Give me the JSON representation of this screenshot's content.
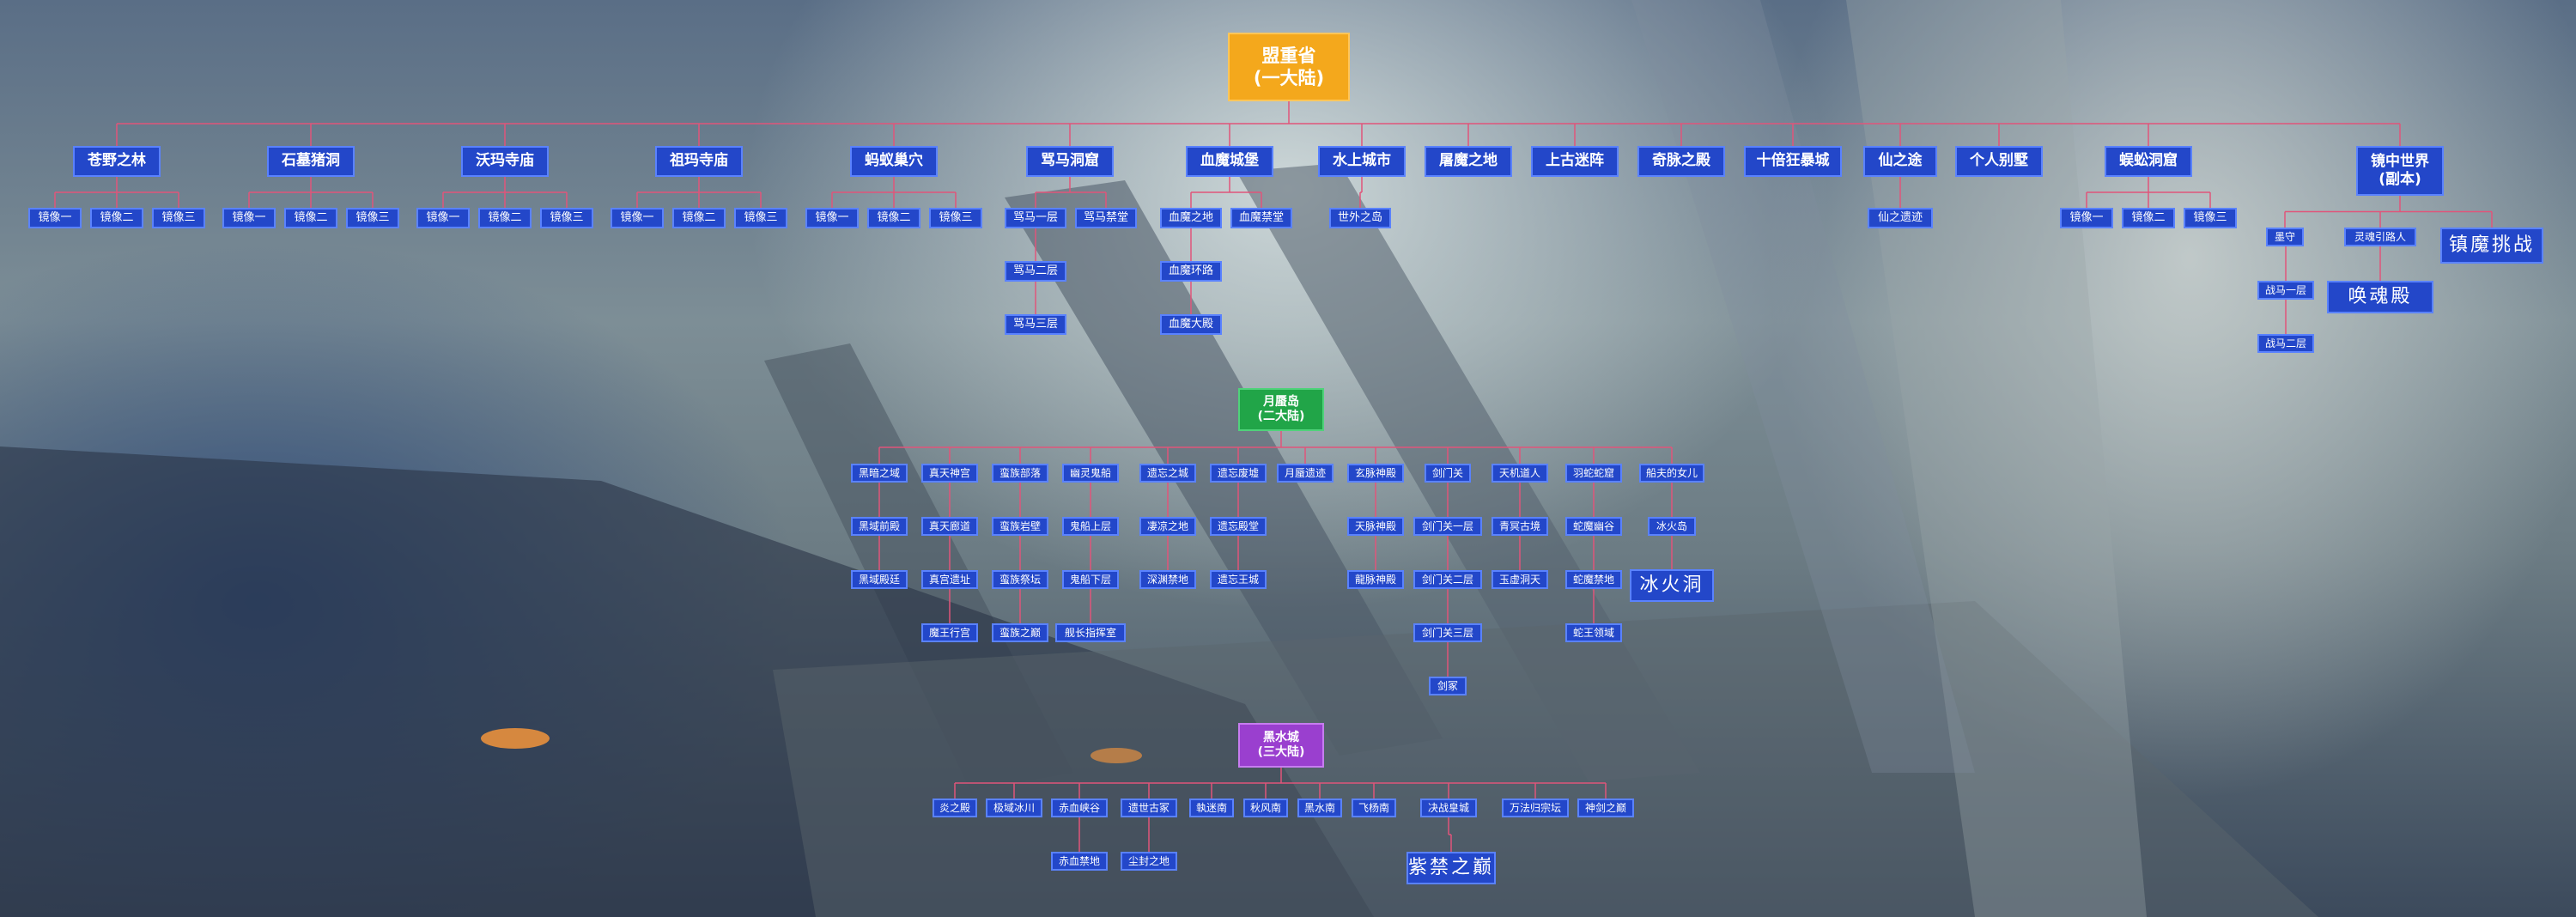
{
  "colors": {
    "line": "#e0557a",
    "node": "#2347c9",
    "node_border": "#5a82ff"
  },
  "continent1": {
    "root": "盟重省\n(一大陆)",
    "regions": [
      {
        "name": "苍野之林",
        "children": [
          "镜像一",
          "镜像二",
          "镜像三"
        ]
      },
      {
        "name": "石墓猪洞",
        "children": [
          "镜像一",
          "镜像二",
          "镜像三"
        ]
      },
      {
        "name": "沃玛寺庙",
        "children": [
          "镜像一",
          "镜像二",
          "镜像三"
        ]
      },
      {
        "name": "祖玛寺庙",
        "children": [
          "镜像一",
          "镜像二",
          "镜像三"
        ]
      },
      {
        "name": "蚂蚁巢穴",
        "children": [
          "镜像一",
          "镜像二",
          "镜像三"
        ]
      },
      {
        "name": "骂马洞窟",
        "children": [
          "骂马一层",
          "骂马禁堂",
          "骂马二层",
          "骂马三层"
        ]
      },
      {
        "name": "血魔城堡",
        "children": [
          "血魔之地",
          "血魔禁堂",
          "血魔环路",
          "血魔大殿"
        ]
      },
      {
        "name": "水上城市",
        "children": [
          "世外之岛"
        ]
      },
      {
        "name": "屠魔之地",
        "children": []
      },
      {
        "name": "上古迷阵",
        "children": []
      },
      {
        "name": "奇脉之殿",
        "children": []
      },
      {
        "name": "十倍狂暴城",
        "children": []
      },
      {
        "name": "仙之途",
        "children": [
          "仙之遗迹"
        ]
      },
      {
        "name": "个人别墅",
        "children": []
      },
      {
        "name": "蜈蚣洞窟",
        "children": [
          "镜像一",
          "镜像二",
          "镜像三"
        ]
      },
      {
        "name": "镜中世界\n(副本)",
        "children": [
          "墨守",
          "灵魂引路人",
          "镇魔挑战",
          "战马一层",
          "唤魂殿",
          "战马二层"
        ]
      }
    ]
  },
  "continent2": {
    "root": "月蜃岛\n(二大陆)",
    "regions": [
      {
        "name": "黑暗之域",
        "children": [
          "黑域前殿",
          "黑域殿廷"
        ]
      },
      {
        "name": "真天神宫",
        "children": [
          "真天廊道",
          "真宫遗址",
          "魔王行宫"
        ]
      },
      {
        "name": "蛮族部落",
        "children": [
          "蛮族岩壁",
          "蛮族祭坛",
          "蛮族之巅"
        ]
      },
      {
        "name": "幽灵鬼船",
        "children": [
          "鬼船上层",
          "鬼船下层",
          "舰长指挥室"
        ]
      },
      {
        "name": "遗忘之城",
        "children": [
          "凄凉之地",
          "深渊禁地"
        ]
      },
      {
        "name": "遗忘废墟",
        "children": [
          "遗忘殿堂",
          "遗忘王城"
        ]
      },
      {
        "name": "月蜃遗迹",
        "children": []
      },
      {
        "name": "玄脉神殿",
        "children": [
          "天脉神殿",
          "龍脉神殿"
        ]
      },
      {
        "name": "剑门关",
        "children": [
          "剑门关一层",
          "剑门关二层",
          "剑门关三层",
          "剑冢"
        ]
      },
      {
        "name": "天机道人",
        "children": [
          "青冥古境",
          "玉虚洞天"
        ]
      },
      {
        "name": "羽蛇蛇窟",
        "children": [
          "蛇魔幽谷",
          "蛇魔禁地",
          "蛇王领域"
        ]
      },
      {
        "name": "船夫的女儿",
        "children": [
          "冰火岛",
          "冰火洞"
        ]
      }
    ]
  },
  "continent3": {
    "root": "黑水城\n(三大陆)",
    "regions": [
      {
        "name": "炎之殿",
        "children": []
      },
      {
        "name": "极域冰川",
        "children": []
      },
      {
        "name": "赤血峡谷",
        "children": [
          "赤血禁地"
        ]
      },
      {
        "name": "遗世古冢",
        "children": [
          "尘封之地"
        ]
      },
      {
        "name": "執迷南",
        "children": []
      },
      {
        "name": "秋风南",
        "children": []
      },
      {
        "name": "黑水南",
        "children": []
      },
      {
        "name": "飞杨南",
        "children": []
      },
      {
        "name": "决战皇城",
        "children": [
          "紫禁之巅"
        ]
      },
      {
        "name": "万法归宗坛",
        "children": []
      },
      {
        "name": "神剑之巅",
        "children": []
      }
    ]
  }
}
